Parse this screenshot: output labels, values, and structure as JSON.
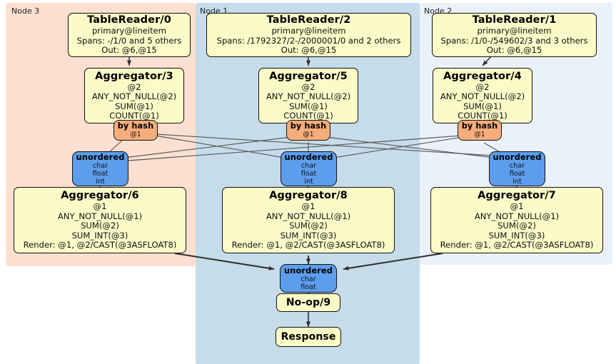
{
  "diagram": {
    "title": "Distributed query plan flow diagram",
    "colors": {
      "node3_panel": "#fbdfd0",
      "node1_panel": "#c6dcea",
      "node2_panel": "#eaf1f9",
      "processor_fill": "#fbfbc8",
      "hash_fill": "#f6ad7b",
      "sync_fill": "#5c9ded",
      "edge": "#3a3a3a",
      "border": "#111111"
    }
  },
  "panels": [
    {
      "id": "node3",
      "label": "Node 3",
      "fill": "#fbdfd0"
    },
    {
      "id": "node1",
      "label": "Node 1",
      "fill": "#c6dcea"
    },
    {
      "id": "node2",
      "label": "Node 2",
      "fill": "#eaf1f9"
    }
  ],
  "nodes": {
    "tablereader_0": {
      "title": "TableReader/0",
      "lines": [
        "primary@lineitem",
        "Spans: -/1/0 and 5 others",
        "Out: @6,@15"
      ]
    },
    "tablereader_2": {
      "title": "TableReader/2",
      "lines": [
        "primary@lineitem",
        "Spans: /1792327/2-/2000001/0 and 2 others",
        "Out: @6,@15"
      ]
    },
    "tablereader_1": {
      "title": "TableReader/1",
      "lines": [
        "primary@lineitem",
        "Spans: /1/0-/549602/3 and 3 others",
        "Out: @6,@15"
      ]
    },
    "aggregator_3": {
      "title": "Aggregator/3",
      "lines": [
        "@2",
        "ANY_NOT_NULL(@2)",
        "SUM(@1)",
        "COUNT(@1)"
      ]
    },
    "aggregator_5": {
      "title": "Aggregator/5",
      "lines": [
        "@2",
        "ANY_NOT_NULL(@2)",
        "SUM(@1)",
        "COUNT(@1)"
      ]
    },
    "aggregator_4": {
      "title": "Aggregator/4",
      "lines": [
        "@2",
        "ANY_NOT_NULL(@2)",
        "SUM(@1)",
        "COUNT(@1)"
      ]
    },
    "aggregator_6": {
      "title": "Aggregator/6",
      "lines": [
        "@1",
        "ANY_NOT_NULL(@1)",
        "SUM(@2)",
        "SUM_INT(@3)",
        "Render: @1, @2/CAST(@3ASFLOAT8)"
      ]
    },
    "aggregator_8": {
      "title": "Aggregator/8",
      "lines": [
        "@1",
        "ANY_NOT_NULL(@1)",
        "SUM(@2)",
        "SUM_INT(@3)",
        "Render: @1, @2/CAST(@3ASFLOAT8)"
      ]
    },
    "aggregator_7": {
      "title": "Aggregator/7",
      "lines": [
        "@1",
        "ANY_NOT_NULL(@1)",
        "SUM(@2)",
        "SUM_INT(@3)",
        "Render: @1, @2/CAST(@3ASFLOAT8)"
      ]
    },
    "hash_left": {
      "title": "by hash",
      "lines": [
        "@1"
      ]
    },
    "hash_center": {
      "title": "by hash",
      "lines": [
        "@1"
      ]
    },
    "hash_right": {
      "title": "by hash",
      "lines": [
        "@1"
      ]
    },
    "sync_left": {
      "title": "unordered",
      "lines": [
        "char",
        "float",
        "int"
      ]
    },
    "sync_center": {
      "title": "unordered",
      "lines": [
        "char",
        "float",
        "int"
      ]
    },
    "sync_right": {
      "title": "unordered",
      "lines": [
        "char",
        "float",
        "int"
      ]
    },
    "sync_final": {
      "title": "unordered",
      "lines": [
        "char",
        "float"
      ]
    },
    "noop_9": {
      "title": "No-op/9",
      "lines": []
    },
    "response": {
      "title": "Response",
      "lines": []
    }
  }
}
